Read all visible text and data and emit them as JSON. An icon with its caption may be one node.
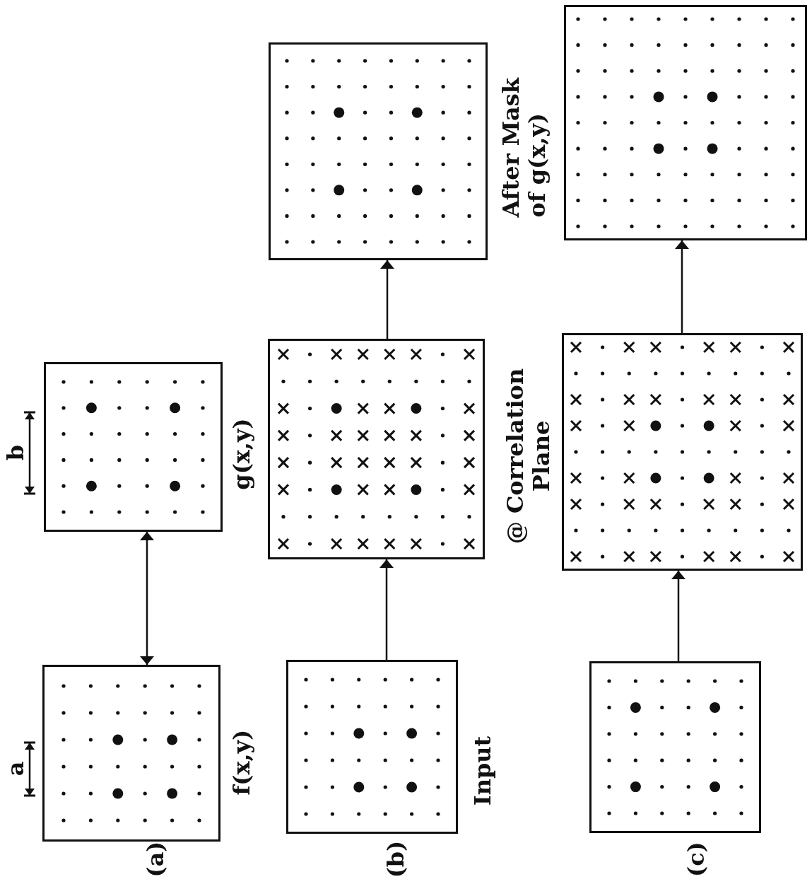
{
  "diagram": {
    "nodes": [
      {
        "text": [],
        "shape": "box",
        "beside": [
          "f(x,y)"
        ]
      },
      {
        "text": [],
        "shape": "box",
        "beside": [
          "g(x,y)"
        ]
      },
      {
        "text": [],
        "shape": "box",
        "beside": [
          "Input"
        ]
      },
      {
        "text": [],
        "shape": "box",
        "beside": [
          "@ Correlation Plane"
        ]
      },
      {
        "text": [],
        "shape": "box",
        "beside": [
          "After Mask of g(x,y)"
        ]
      },
      {
        "text": [],
        "shape": "box"
      },
      {
        "text": [],
        "shape": "box"
      },
      {
        "text": [],
        "shape": "box"
      }
    ],
    "edges": [
      {
        "from": 0,
        "to": 1,
        "arrow": "both"
      },
      {
        "from": 2,
        "to": 3,
        "arrow": "to"
      },
      {
        "from": 3,
        "to": 4,
        "arrow": "to"
      },
      {
        "from": 7,
        "to": 6,
        "arrow": "to"
      },
      {
        "from": 6,
        "to": 5,
        "arrow": "to"
      }
    ],
    "labels": [
      "(a)",
      "(b)",
      "(c)",
      "a",
      "b"
    ]
  }
}
